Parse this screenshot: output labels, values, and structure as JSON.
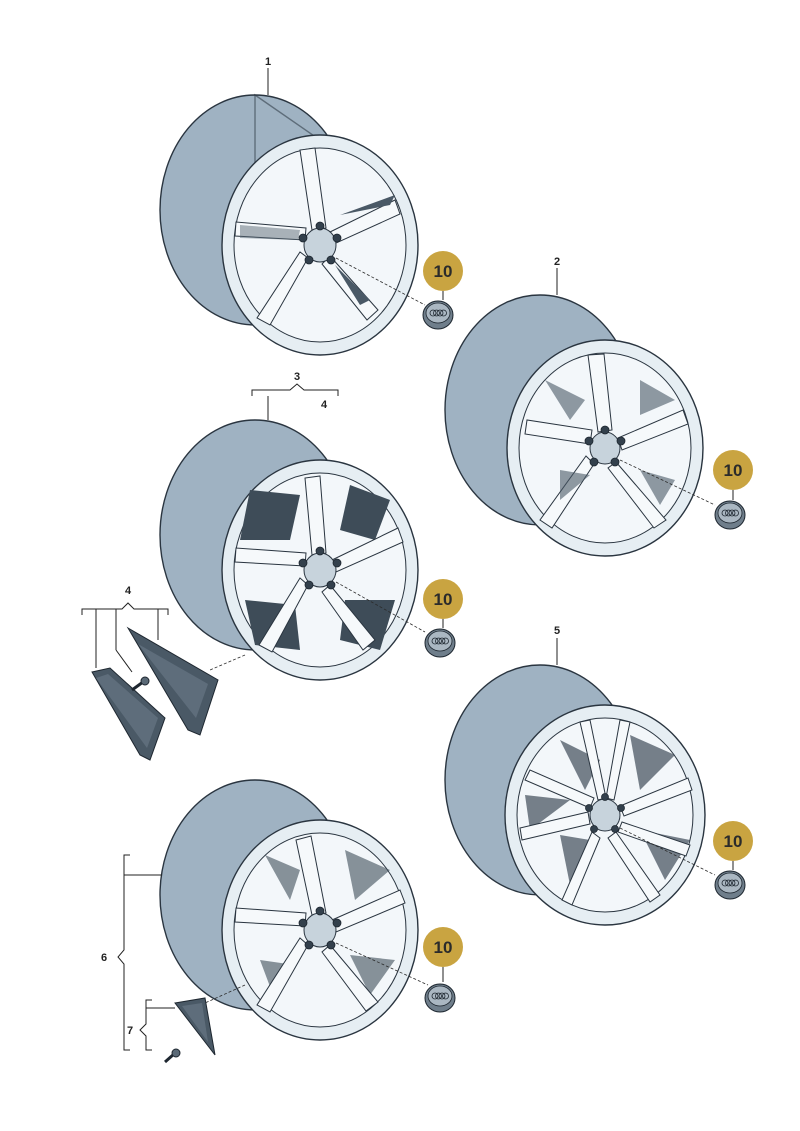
{
  "callouts": {
    "wheel_1": "1",
    "wheel_2": "2",
    "wheel_3": "3",
    "wheel_3_sub": "4",
    "inserts_4": "4",
    "wheel_5": "5",
    "wheel_6": "6",
    "parts_7": "7"
  },
  "hub_cap_label": "10",
  "colors": {
    "badge": "#c9a441",
    "rim": "#e6eef3",
    "tire": "#9fb2c2",
    "outline": "#2a3540"
  }
}
